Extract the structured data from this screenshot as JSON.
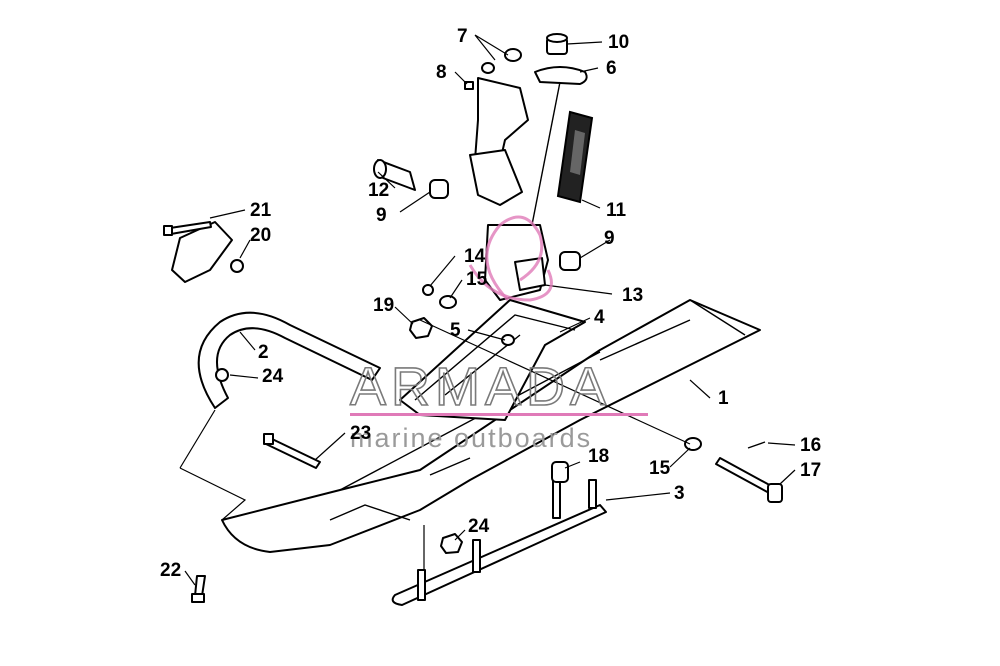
{
  "diagram": {
    "callouts": [
      "1",
      "2",
      "3",
      "4",
      "5",
      "6",
      "7",
      "8",
      "9",
      "9",
      "10",
      "11",
      "12",
      "13",
      "14",
      "15",
      "15",
      "16",
      "17",
      "18",
      "19",
      "20",
      "21",
      "22",
      "23",
      "24",
      "24"
    ]
  },
  "watermark": {
    "title": "ARMADA",
    "subtitle": "marine outboards",
    "accent_color": "#e07ab8",
    "line_color": "#e07ab8"
  }
}
